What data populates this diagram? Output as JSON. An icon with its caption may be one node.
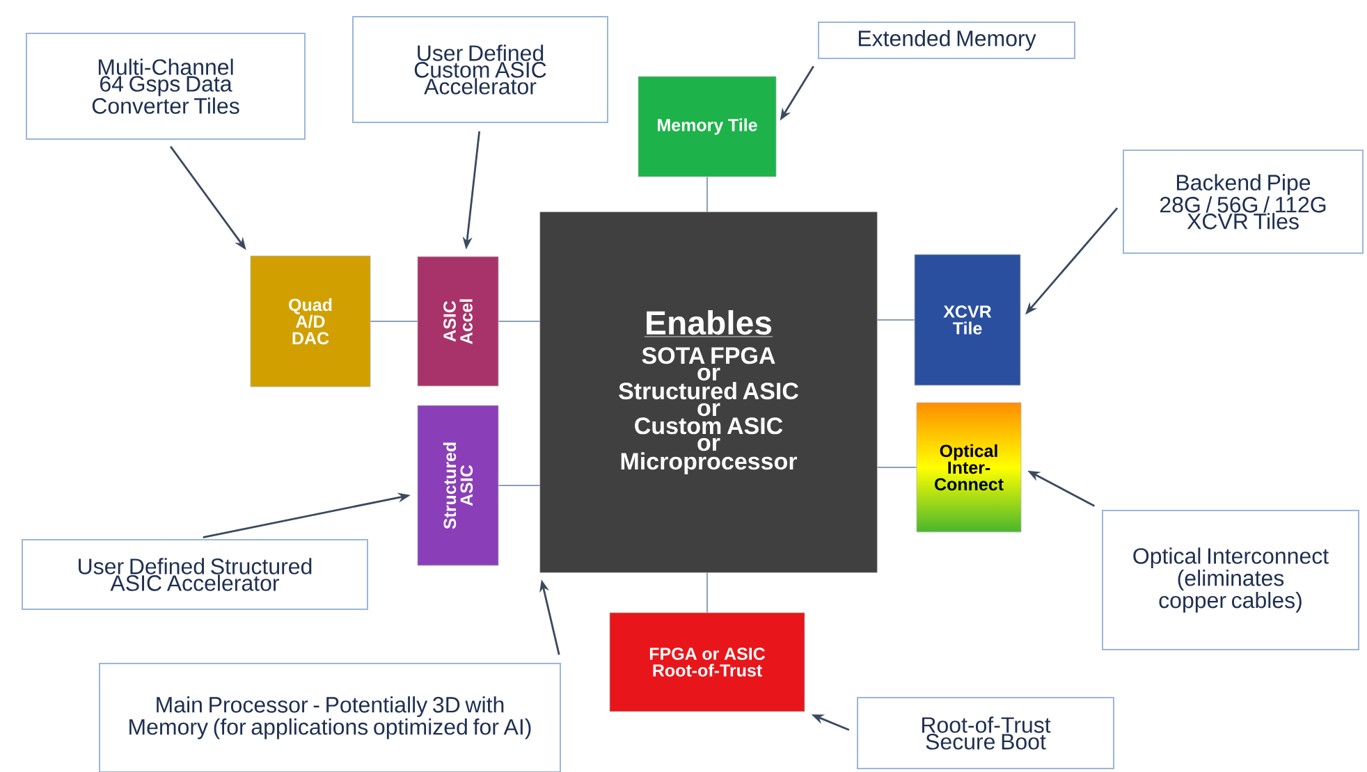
{
  "diagram": {
    "nodes": [
      {
        "text": [
          "Enables",
          "SOTA FPGA",
          "or",
          "Structured ASIC",
          "or",
          "Custom ASIC",
          "or",
          "Microprocessor"
        ]
      },
      {
        "text": [
          "Memory Tile"
        ]
      },
      {
        "text": [
          "Quad A/D DAC"
        ]
      },
      {
        "text": [
          "ASIC Accel"
        ]
      },
      {
        "text": [
          "Structured ASIC"
        ]
      },
      {
        "text": [
          "XCVR Tile"
        ]
      },
      {
        "text": [
          "Optical Inter-Connect"
        ]
      },
      {
        "text": [
          "FPGA or ASIC Root-of-Trust"
        ]
      },
      {
        "text": [
          "Multi-Channel 64 Gsps Data Converter Tiles"
        ]
      },
      {
        "text": [
          "User Defined Custom ASIC Accelerator"
        ]
      },
      {
        "text": [
          "Extended Memory"
        ]
      },
      {
        "text": [
          "Backend Pipe 28G / 56G / 112G XCVR Tiles"
        ]
      },
      {
        "text": [
          "User Defined Structured ASIC Accelerator"
        ]
      },
      {
        "text": [
          "Optical Interconnect (eliminates copper cables)"
        ]
      },
      {
        "text": [
          "Main Processor - Potentially 3D with Memory (for applications optimized for AI)"
        ]
      },
      {
        "text": [
          "Root-of-Trust Secure Boot"
        ]
      }
    ],
    "edges": [
      {
        "from": 1,
        "to": 0,
        "arrow": "none"
      },
      {
        "from": 2,
        "to": 3,
        "arrow": "none"
      },
      {
        "from": 3,
        "to": 0,
        "arrow": "none"
      },
      {
        "from": 4,
        "to": 0,
        "arrow": "none"
      },
      {
        "from": 5,
        "to": 0,
        "arrow": "none"
      },
      {
        "from": 6,
        "to": 0,
        "arrow": "none"
      },
      {
        "from": 7,
        "to": 0,
        "arrow": "none"
      },
      {
        "from": 8,
        "to": 2,
        "arrow": "to"
      },
      {
        "from": 9,
        "to": 3,
        "arrow": "to"
      },
      {
        "from": 10,
        "to": 1,
        "arrow": "to"
      },
      {
        "from": 11,
        "to": 5,
        "arrow": "to"
      },
      {
        "from": 12,
        "to": 4,
        "arrow": "to"
      },
      {
        "from": 13,
        "to": 6,
        "arrow": "to"
      },
      {
        "from": 14,
        "to": 0,
        "arrow": "to"
      },
      {
        "from": 15,
        "to": 7,
        "arrow": "to"
      }
    ]
  }
}
